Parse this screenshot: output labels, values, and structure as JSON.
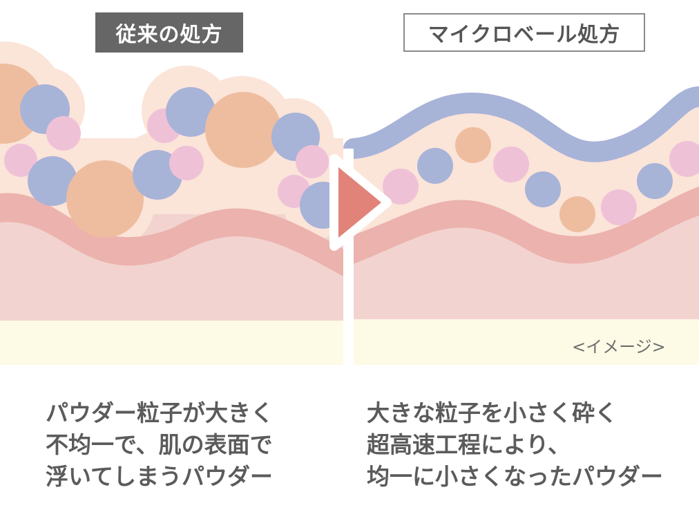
{
  "titles": {
    "left": "従来の処方",
    "right": "マイクロベール処方"
  },
  "image_note": "<イメージ>",
  "captions": {
    "left": [
      "パウダー粒子が大きく",
      "不均一で、肌の表面で",
      "浮いてしまうパウダー"
    ],
    "right": [
      "大きな粒子を小さく砕く",
      "超高速工程により、",
      "均一に小さくなったパウダー"
    ]
  },
  "icons": {
    "arrow": "play-triangle-icon"
  },
  "colors": {
    "skin_base": "#f2d3cf",
    "skin_line": "#ecb2ad",
    "halo": "#fbe4d8",
    "cream_band": "#fdfbe6",
    "particle_orange": "#eebd9f",
    "particle_blue": "#a8b3d8",
    "particle_pink": "#efc1d7",
    "veil_blue": "#a8b3d8",
    "arrow_fill": "#e18379",
    "title_dark_bg": "#666666"
  }
}
